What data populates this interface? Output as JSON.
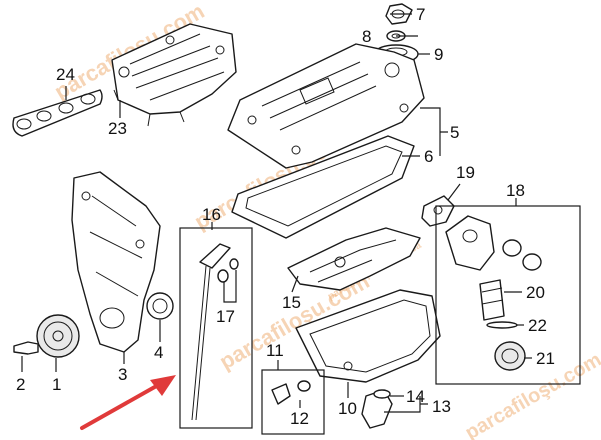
{
  "watermark": {
    "site": "parcafiloşu.com",
    "sub": "parcafiloşu.com parca"
  },
  "callouts": {
    "c1": "1",
    "c2": "2",
    "c3": "3",
    "c4": "4",
    "c5": "5",
    "c6": "6",
    "c7": "7",
    "c8": "8",
    "c9": "9",
    "c10": "10",
    "c11": "11",
    "c12": "12",
    "c13": "13",
    "c14": "14",
    "c15": "15",
    "c16": "16",
    "c17": "17",
    "c18": "18",
    "c19": "19",
    "c20": "20",
    "c21": "21",
    "c22": "22",
    "c23": "23",
    "c24": "24"
  },
  "colors": {
    "arrow": "#e03a3a",
    "watermark": "#f0b27a",
    "line": "#1a1a1a"
  },
  "highlight": {
    "arrow_points_to": "16"
  }
}
